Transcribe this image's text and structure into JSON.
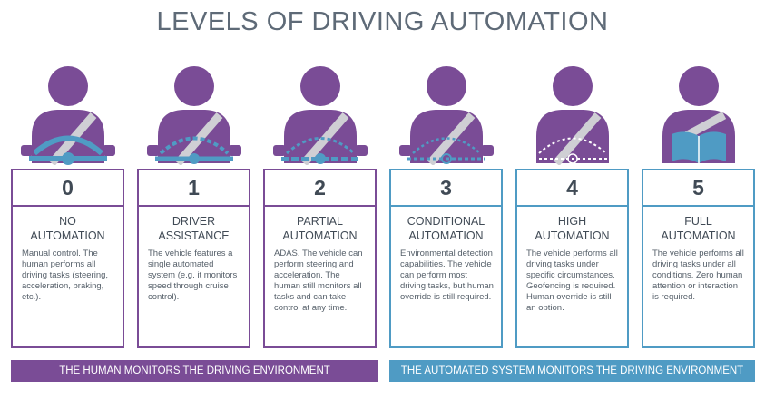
{
  "title": "LEVELS OF DRIVING AUTOMATION",
  "colors": {
    "purple": "#7a4c96",
    "blue": "#4f9bc4",
    "text": "#404a55",
    "title": "#5e6a77"
  },
  "levels": [
    {
      "number": "0",
      "name": "NO\nAUTOMATION",
      "description": "Manual control. The human performs all driving tasks (steering, acceleration, braking, etc.).",
      "icon": "person-steering-wheel-solid-icon"
    },
    {
      "number": "1",
      "name": "DRIVER\nASSISTANCE",
      "description": "The vehicle features a single automated system (e.g. it monitors speed through cruise control).",
      "icon": "person-steering-wheel-dashed-icon"
    },
    {
      "number": "2",
      "name": "PARTIAL\nAUTOMATION",
      "description": "ADAS. The vehicle can perform steering and acceleration. The human still monitors all tasks and can take control at any time.",
      "icon": "person-steering-wheel-dashed-icon"
    },
    {
      "number": "3",
      "name": "CONDITIONAL\nAUTOMATION",
      "description": "Environmental detection capabilities. The vehicle can perform most driving tasks, but human override is still required.",
      "icon": "person-steering-wheel-dashed-icon"
    },
    {
      "number": "4",
      "name": "HIGH\nAUTOMATION",
      "description": "The vehicle performs all driving tasks under specific circumstances. Geofencing is required. Human override is still an option.",
      "icon": "person-steering-wheel-outline-icon"
    },
    {
      "number": "5",
      "name": "FULL\nAUTOMATION",
      "description": "The vehicle performs all driving tasks under all conditions. Zero human attention or interaction is required.",
      "icon": "person-reading-book-icon"
    }
  ],
  "banners": {
    "human": "THE HUMAN MONITORS THE DRIVING ENVIRONMENT",
    "system": "THE AUTOMATED SYSTEM MONITORS THE DRIVING ENVIRONMENT"
  }
}
